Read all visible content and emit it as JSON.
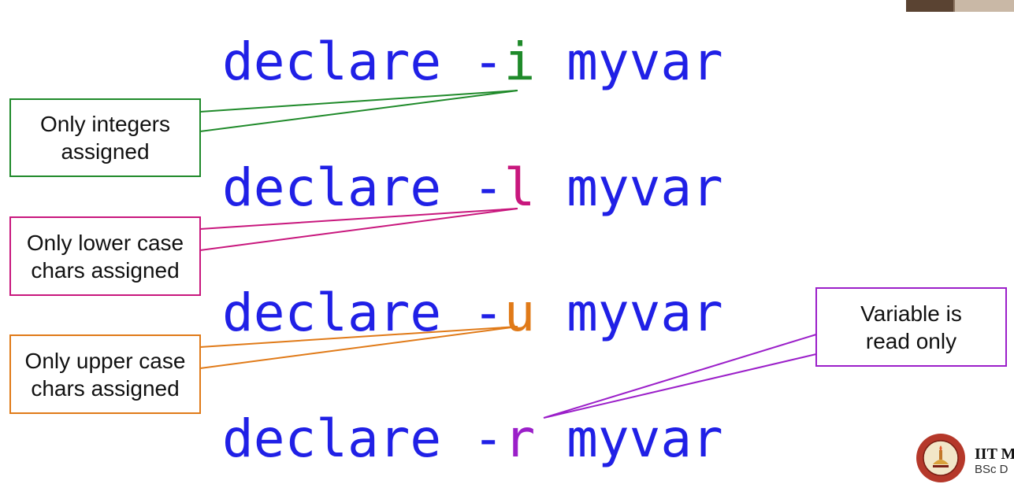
{
  "lines": [
    {
      "prefix": "declare -",
      "flag": "i",
      "suffix": " myvar",
      "flag_color": "#1f8a2a"
    },
    {
      "prefix": "declare -",
      "flag": "l",
      "suffix": " myvar",
      "flag_color": "#c8177d"
    },
    {
      "prefix": "declare -",
      "flag": "u",
      "suffix": " myvar",
      "flag_color": "#e07a18"
    },
    {
      "prefix": "declare -",
      "flag": "r",
      "suffix": " myvar",
      "flag_color": "#9b1fc9"
    }
  ],
  "callouts": [
    {
      "line1": "Only integers",
      "line2": "assigned",
      "color": "#1f8a2a"
    },
    {
      "line1": "Only lower case",
      "line2": "chars assigned",
      "color": "#c8177d"
    },
    {
      "line1": "Only upper case",
      "line2": "chars assigned",
      "color": "#e07a18"
    },
    {
      "line1": "Variable is",
      "line2": "read only",
      "color": "#9b1fc9"
    }
  ],
  "code_color": "#2020e6",
  "institution": {
    "name": "IIT M",
    "subtitle": "BSc D"
  }
}
